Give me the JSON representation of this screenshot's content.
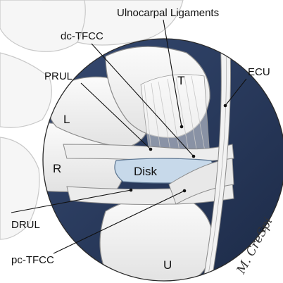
{
  "labels": {
    "ulnocarpal_ligaments": "Ulnocarpal Ligaments",
    "dc_tfcc": "dc-TFCC",
    "prul": "PRUL",
    "ecu": "ECU",
    "t": "T",
    "l": "L",
    "r": "R",
    "disk": "Disk",
    "drul": "DRUL",
    "pc_tfcc": "pc-TFCC",
    "u": "U"
  },
  "signature": "M. CreSpi",
  "copyright": "©",
  "colors": {
    "navy": "#283a5e",
    "bone": "#f3f3f3",
    "bone_edge": "#8a8a8a",
    "disk_fill": "#c7d9ea",
    "disk_edge": "#5c7590"
  }
}
